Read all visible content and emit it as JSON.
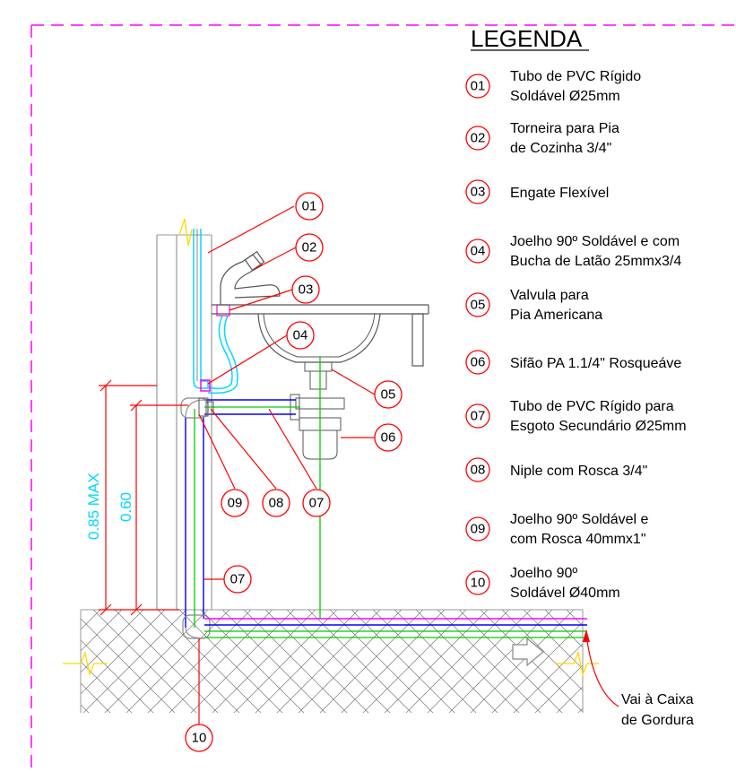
{
  "legend": {
    "title": "LEGENDA",
    "items": [
      {
        "num": "01",
        "line1": "Tubo de PVC Rígido",
        "line2": "Soldável Ø25mm"
      },
      {
        "num": "02",
        "line1": "Torneira para Pia",
        "line2": "de Cozinha 3/4\""
      },
      {
        "num": "03",
        "line1": "Engate Flexível",
        "line2": ""
      },
      {
        "num": "04",
        "line1": "Joelho 90º Soldável e com",
        "line2": "Bucha de Latão 25mmx3/4"
      },
      {
        "num": "05",
        "line1": "Valvula para",
        "line2": "Pia Americana"
      },
      {
        "num": "06",
        "line1": "Sifão PA 1.1/4\" Rosqueáve",
        "line2": ""
      },
      {
        "num": "07",
        "line1": "Tubo de PVC Rígido para",
        "line2": "Esgoto Secundário Ø25mm"
      },
      {
        "num": "08",
        "line1": "Niple com Rosca 3/4\"",
        "line2": ""
      },
      {
        "num": "09",
        "line1": "Joelho 90º Soldável e",
        "line2": "com Rosca 40mmx1\""
      },
      {
        "num": "10",
        "line1": "Joelho 90º",
        "line2": "Soldável Ø40mm"
      }
    ]
  },
  "dimensions": {
    "max_height": "0.85 MAX",
    "height": "0.60"
  },
  "callouts": {
    "c01": "01",
    "c02": "02",
    "c03": "03",
    "c04": "04",
    "c05": "05",
    "c06": "06",
    "c07a": "07",
    "c07b": "07",
    "c08": "08",
    "c09": "09",
    "c10": "10"
  },
  "destination": {
    "line1": "Vai à Caixa",
    "line2": "de Gordura"
  },
  "colors": {
    "border": "#ff00ff",
    "callout": "#ff0000",
    "water_pipe": "#00d8ff",
    "sewer_pipe": "#0000ff",
    "sewer_center": "#00cc00",
    "dimension_text": "#00d8ff"
  }
}
